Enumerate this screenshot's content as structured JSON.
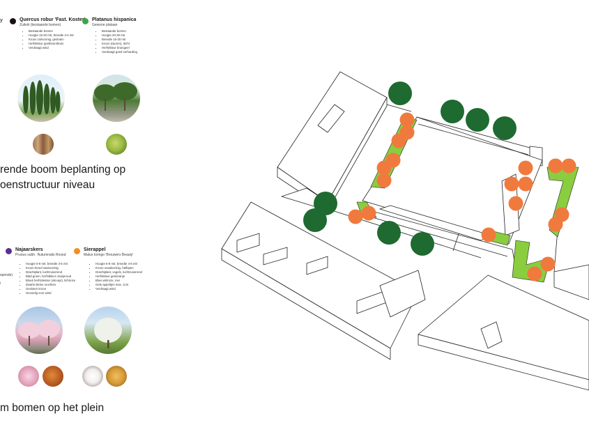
{
  "colors": {
    "quercus": "#1a1010",
    "platanus": "#3fa443",
    "najaarskers": "#5b2e8f",
    "sierappel": "#f2901e",
    "plan_tree_dark": "#1e6a30",
    "plan_tree_orange": "#f07a3e",
    "plan_green": "#8acd3f"
  },
  "top_section": {
    "fragment": "y",
    "species": [
      {
        "name": "Quercus robur 'Fast. Koster'",
        "common": "Zuileik (bestaande bomen)",
        "bullets": [
          "Bestaande bomen",
          "Hoogte 15-20 mtr, breedte 3-4 mtr",
          "Kroon zuilvormig, gesloten",
          "Herfstkleur geelbruin/bruin",
          "Verdraagt wind"
        ]
      },
      {
        "name": "Platanus hispanica",
        "common": "Gewone plataan",
        "bullets": [
          "Bestaande bomen",
          "Hoogte 20-30 mtr",
          "Breedte 15-20 mtr",
          "Kroon (rijvorm), dicht",
          "Herfstkleur bruingeel",
          "Verdraagt goed verharding"
        ]
      }
    ],
    "heading_line1": "rende boom beplanting op",
    "heading_line2": "oenstructuur niveau"
  },
  "bottom_section": {
    "fragment_lines": [
      "spende)",
      "i"
    ],
    "species": [
      {
        "name": "Najaarskers",
        "common": "Prunus subh. 'Autumnalis Rosea'",
        "bullets": [
          "Hoogte 6-8 mtr, breedte 3-5 mtr",
          "Kroon breed vaasvormig",
          "Drachtplant, luchtzuiverend",
          "Blad groen, herfstkleur oranjerood",
          "Bloeit herfst/winter (okt-apr), lichtroze",
          "Zwarte kleine vruchten",
          "Gesloten kroon",
          "Gevoelig voor wind"
        ]
      },
      {
        "name": "Sierappel",
        "common": "Malus toringo 'Brouwers Beauty'",
        "bullets": [
          "Hoogte 6-8 mtr, breedte 4-6 mtr",
          "Kroon ovaalvormig, halfopen",
          "Drachtplant, vogels, luchtzuiverend",
          "Herfstkleur geeloranje",
          "Bloei wit/roze, mei",
          "Gele appeltjes max. 1cm",
          "Verdraagt wind"
        ]
      }
    ],
    "heading": "m bomen op het plein"
  }
}
